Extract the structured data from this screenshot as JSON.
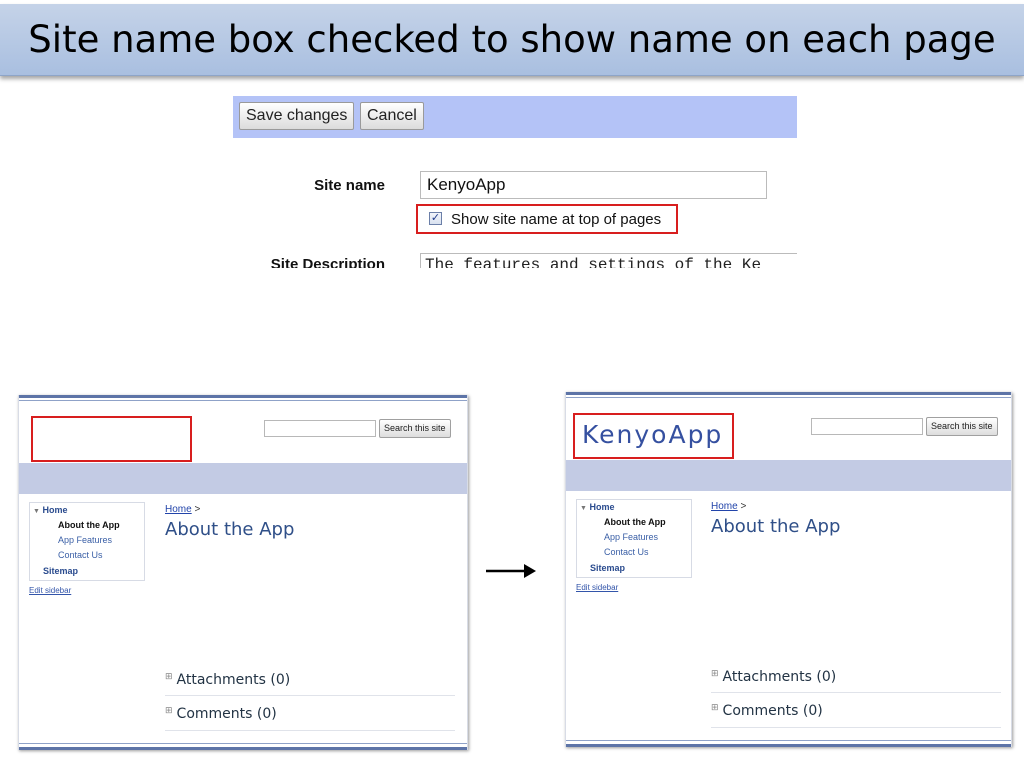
{
  "slide": {
    "title": "Site name box checked to show name on each page"
  },
  "settings_form": {
    "save_label": "Save changes",
    "cancel_label": "Cancel",
    "site_name_label": "Site name",
    "site_name_value": "KenyoApp",
    "show_name_checked": true,
    "show_name_label": "Show site name at top of pages",
    "description_label": "Site Description",
    "description_value": "The features and settings of the Ke"
  },
  "site_before": {
    "site_name": "",
    "search_button": "Search this site",
    "nav": [
      "Home",
      "About the App",
      "App Features",
      "Contact Us",
      "Sitemap"
    ],
    "edit_sidebar": "Edit sidebar",
    "breadcrumb_link": "Home",
    "breadcrumb_sep": ">",
    "page_title": "About the App",
    "attachments": "Attachments (0)",
    "comments": "Comments (0)"
  },
  "site_after": {
    "site_name": "KenyoApp",
    "search_button": "Search this site",
    "nav": [
      "Home",
      "About the App",
      "App Features",
      "Contact Us",
      "Sitemap"
    ],
    "edit_sidebar": "Edit sidebar",
    "breadcrumb_link": "Home",
    "breadcrumb_sep": ">",
    "page_title": "About the App",
    "attachments": "Attachments (0)",
    "comments": "Comments (0)"
  },
  "colors": {
    "highlight_red": "#d81e1e",
    "toolbar_blue": "#b4c3f7",
    "site_band": "#c3cbe4",
    "site_name_blue": "#3550a0"
  },
  "icons": {
    "transition": "right-arrow-icon",
    "checkbox": "check-icon",
    "expand": "triangle-down-icon",
    "section": "plus-box-icon"
  }
}
